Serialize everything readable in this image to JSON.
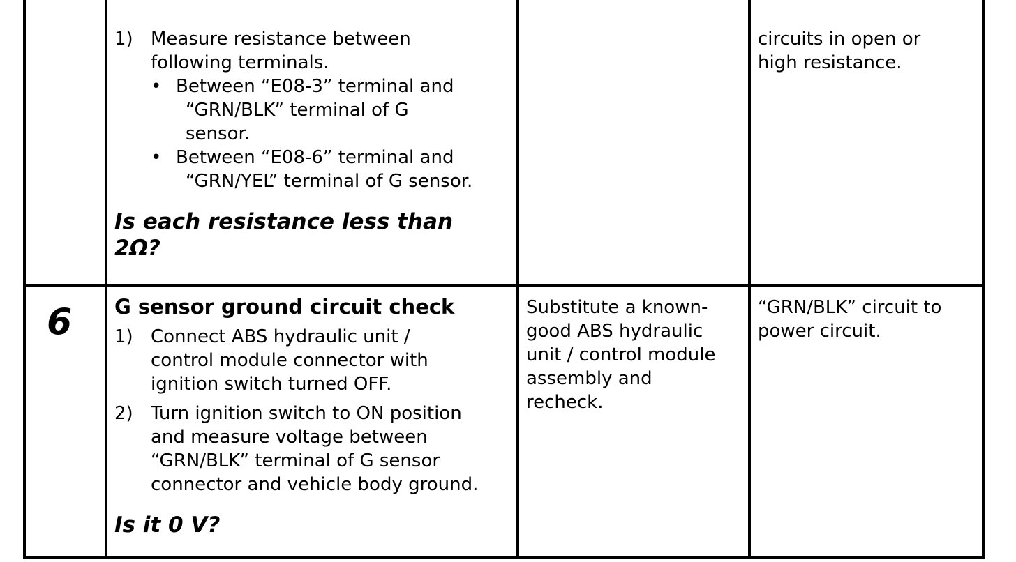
{
  "prev_step": {
    "action_steps": [
      {
        "num": "1)",
        "lines": [
          "Measure resistance between",
          "following terminals."
        ],
        "bullets": [
          {
            "lines": [
              "Between “E08-3” terminal and",
              "“GRN/BLK” terminal of G",
              "sensor."
            ]
          },
          {
            "lines": [
              "Between “E08-6” terminal and",
              "“GRN/YEL” terminal of G sensor."
            ]
          }
        ]
      }
    ],
    "question_lines": [
      "Is each resistance less than",
      "2Ω?"
    ],
    "yes": "",
    "no_lines": [
      "circuits in open or",
      "high resistance."
    ]
  },
  "step6": {
    "number": "6",
    "title": "G sensor ground circuit check",
    "action_steps": [
      {
        "num": "1)",
        "lines": [
          "Connect ABS hydraulic unit /",
          "control module connector with",
          "ignition switch turned OFF."
        ]
      },
      {
        "num": "2)",
        "lines": [
          "Turn ignition switch to ON position",
          "and measure voltage between",
          "“GRN/BLK” terminal of G sensor",
          "connector and vehicle body ground."
        ]
      }
    ],
    "question": "Is it 0 V?",
    "yes_lines": [
      "Substitute a known-",
      "good ABS hydraulic",
      "unit / control module",
      "assembly and",
      "recheck."
    ],
    "no_lines": [
      "“GRN/BLK” circuit to",
      "power circuit."
    ]
  }
}
